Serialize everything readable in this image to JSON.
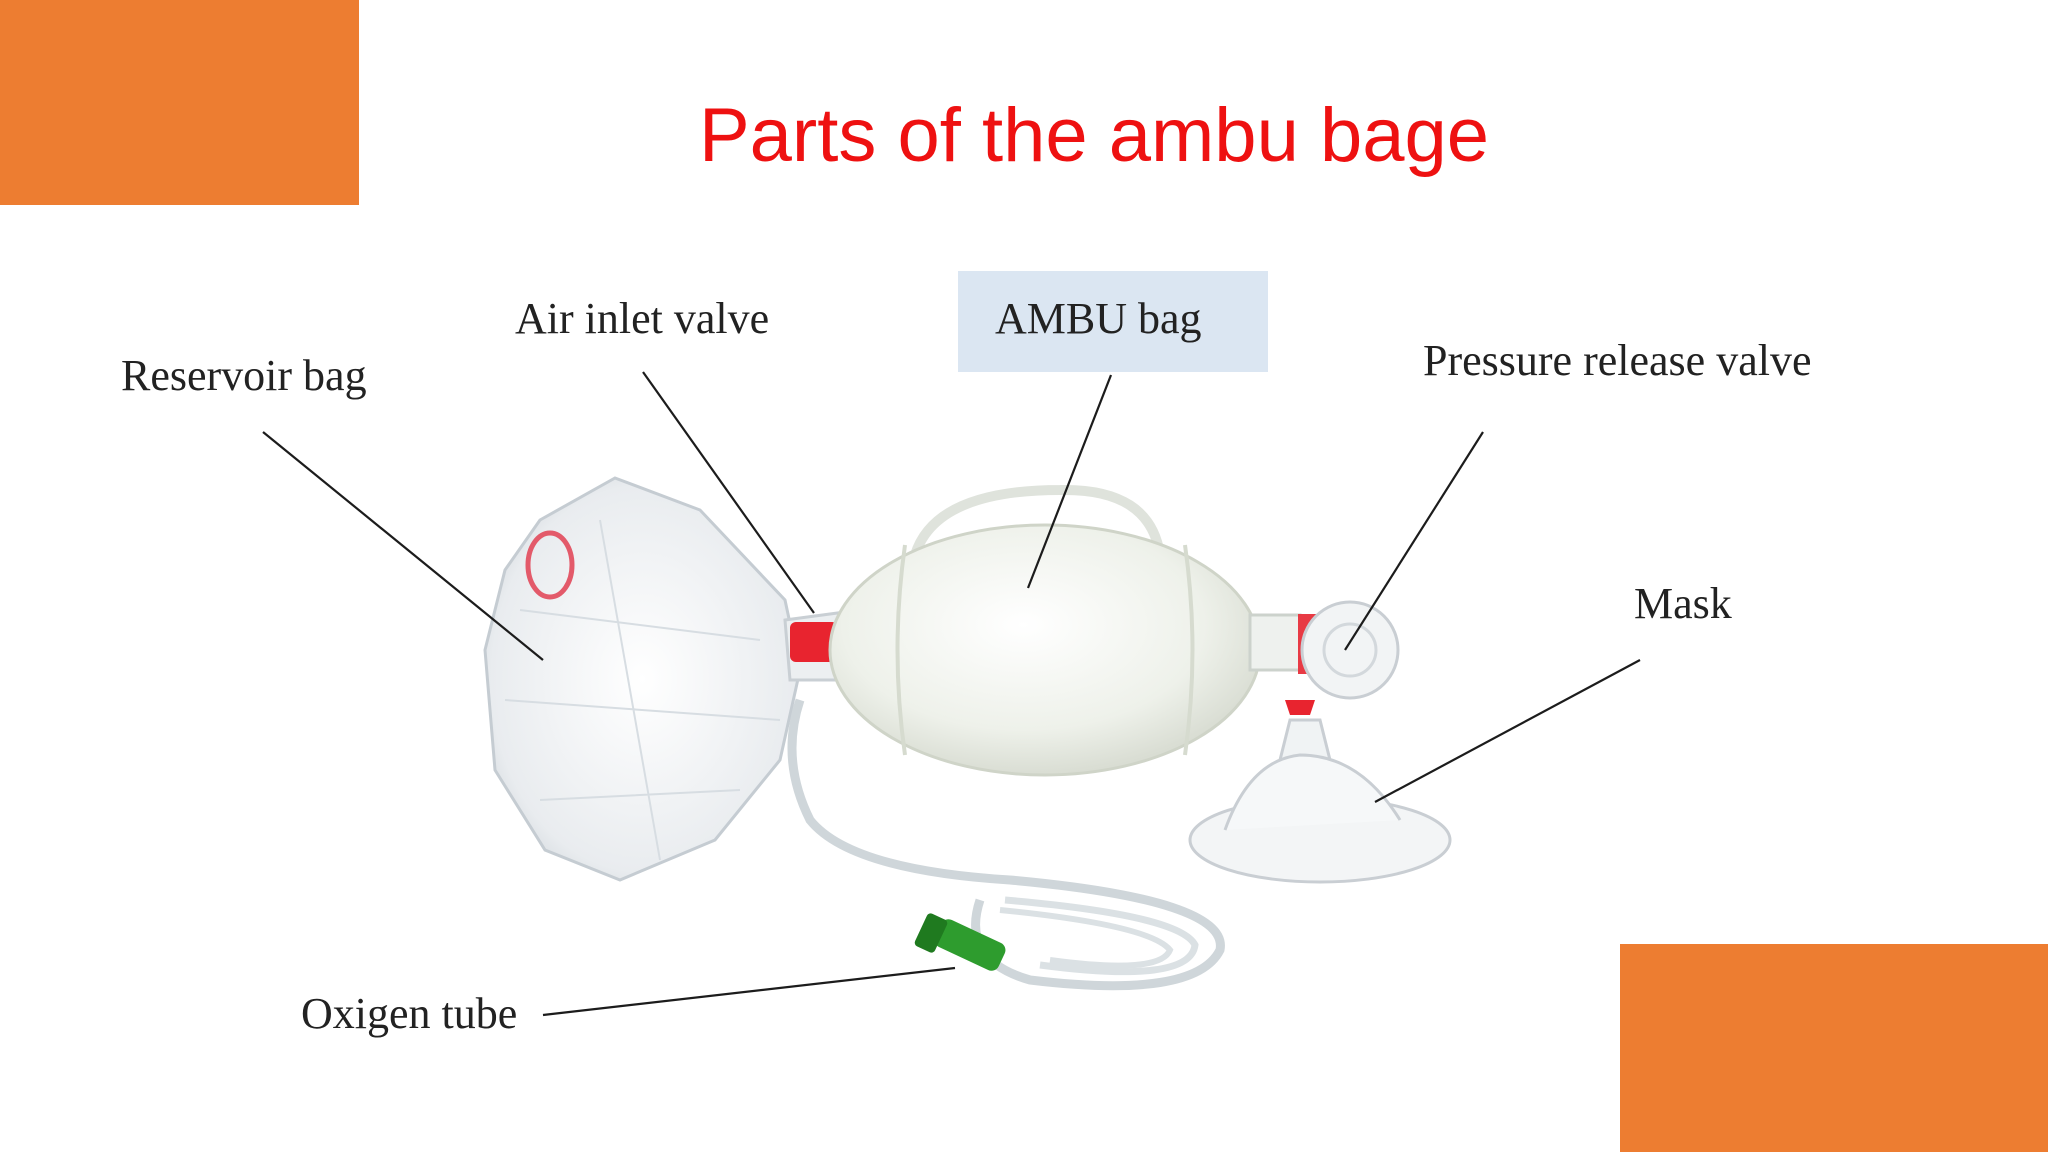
{
  "slide": {
    "title": "Parts of the ambu bage",
    "title_color": "#ee1111",
    "accent_color": "#ed7d31"
  },
  "diagram": {
    "labels": {
      "reservoir_bag": "Reservoir bag",
      "air_inlet_valve": "Air inlet valve",
      "ambu_bag": "AMBU bag",
      "pressure_release_valve": "Pressure release valve",
      "mask": "Mask",
      "oxygen_tube": "Oxigen tube"
    },
    "highlight_box_color": "#dbe6f2"
  }
}
